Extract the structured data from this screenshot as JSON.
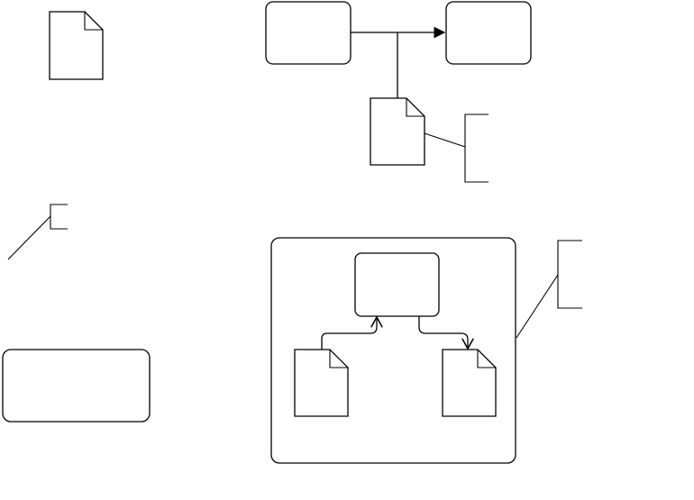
{
  "diagram": {
    "background": "#ffffff",
    "stroke_color": "#000000",
    "elements": [
      "document-shape",
      "process-box",
      "annotation-bracket",
      "group-container",
      "connector-arrow"
    ]
  }
}
